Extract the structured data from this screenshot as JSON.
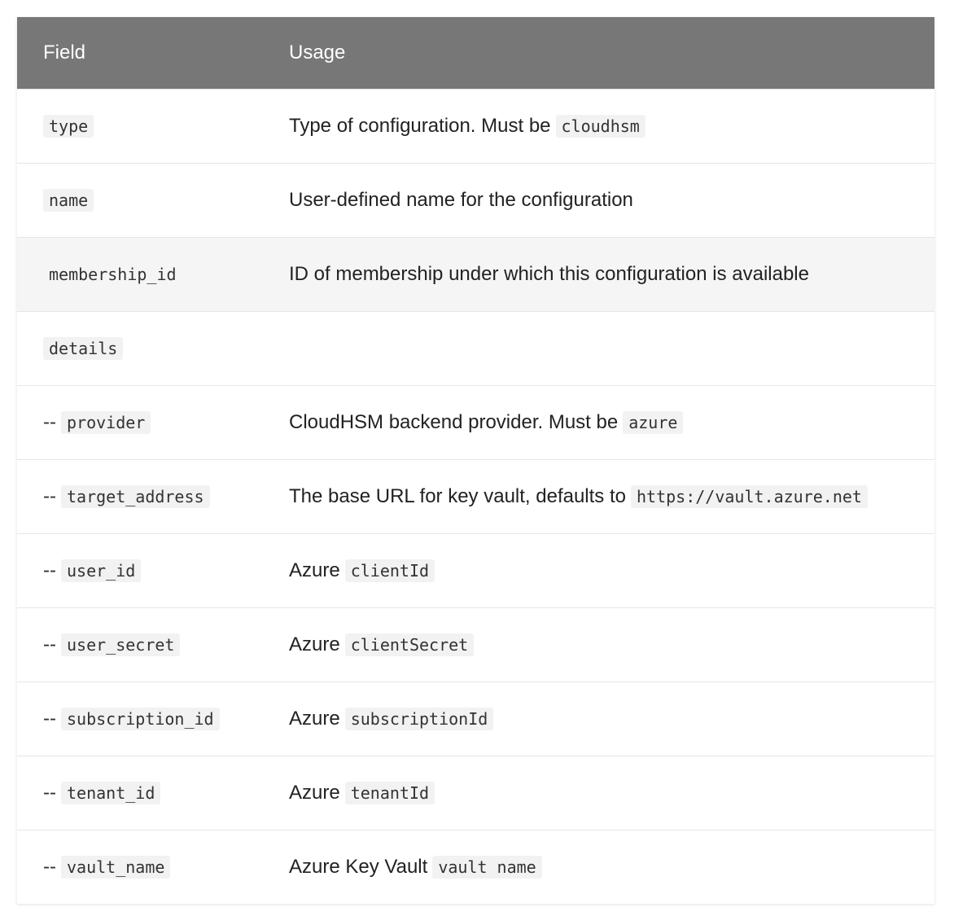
{
  "header": {
    "field": "Field",
    "usage": "Usage"
  },
  "rows": [
    {
      "prefix": "",
      "field": "type",
      "usage": "Type of configuration. Must be",
      "usage_code": "cloudhsm"
    },
    {
      "prefix": "",
      "field": "name",
      "usage": "User-defined name for the configuration",
      "usage_code": ""
    },
    {
      "prefix": "",
      "field": "membership_id",
      "usage": "ID of membership under which this configuration is available",
      "usage_code": ""
    },
    {
      "prefix": "",
      "field": "details",
      "usage": "",
      "usage_code": ""
    },
    {
      "prefix": "--",
      "field": "provider",
      "usage": "CloudHSM backend provider. Must be",
      "usage_code": "azure"
    },
    {
      "prefix": "--",
      "field": "target_address",
      "usage": "The base URL for key vault, defaults to",
      "usage_code": "https://vault.azure.net"
    },
    {
      "prefix": "--",
      "field": "user_id",
      "usage": "Azure",
      "usage_code": "clientId"
    },
    {
      "prefix": "--",
      "field": "user_secret",
      "usage": "Azure",
      "usage_code": "clientSecret"
    },
    {
      "prefix": "--",
      "field": "subscription_id",
      "usage": "Azure",
      "usage_code": "subscriptionId"
    },
    {
      "prefix": "--",
      "field": "tenant_id",
      "usage": "Azure",
      "usage_code": "tenantId"
    },
    {
      "prefix": "--",
      "field": "vault_name",
      "usage": "Azure Key Vault",
      "usage_code": "vault name"
    }
  ],
  "colors": {
    "header_bg": "#777777",
    "header_text": "#ffffff",
    "code_bg": "#f2f2f2",
    "highlight_row": "#f5f5f5"
  }
}
